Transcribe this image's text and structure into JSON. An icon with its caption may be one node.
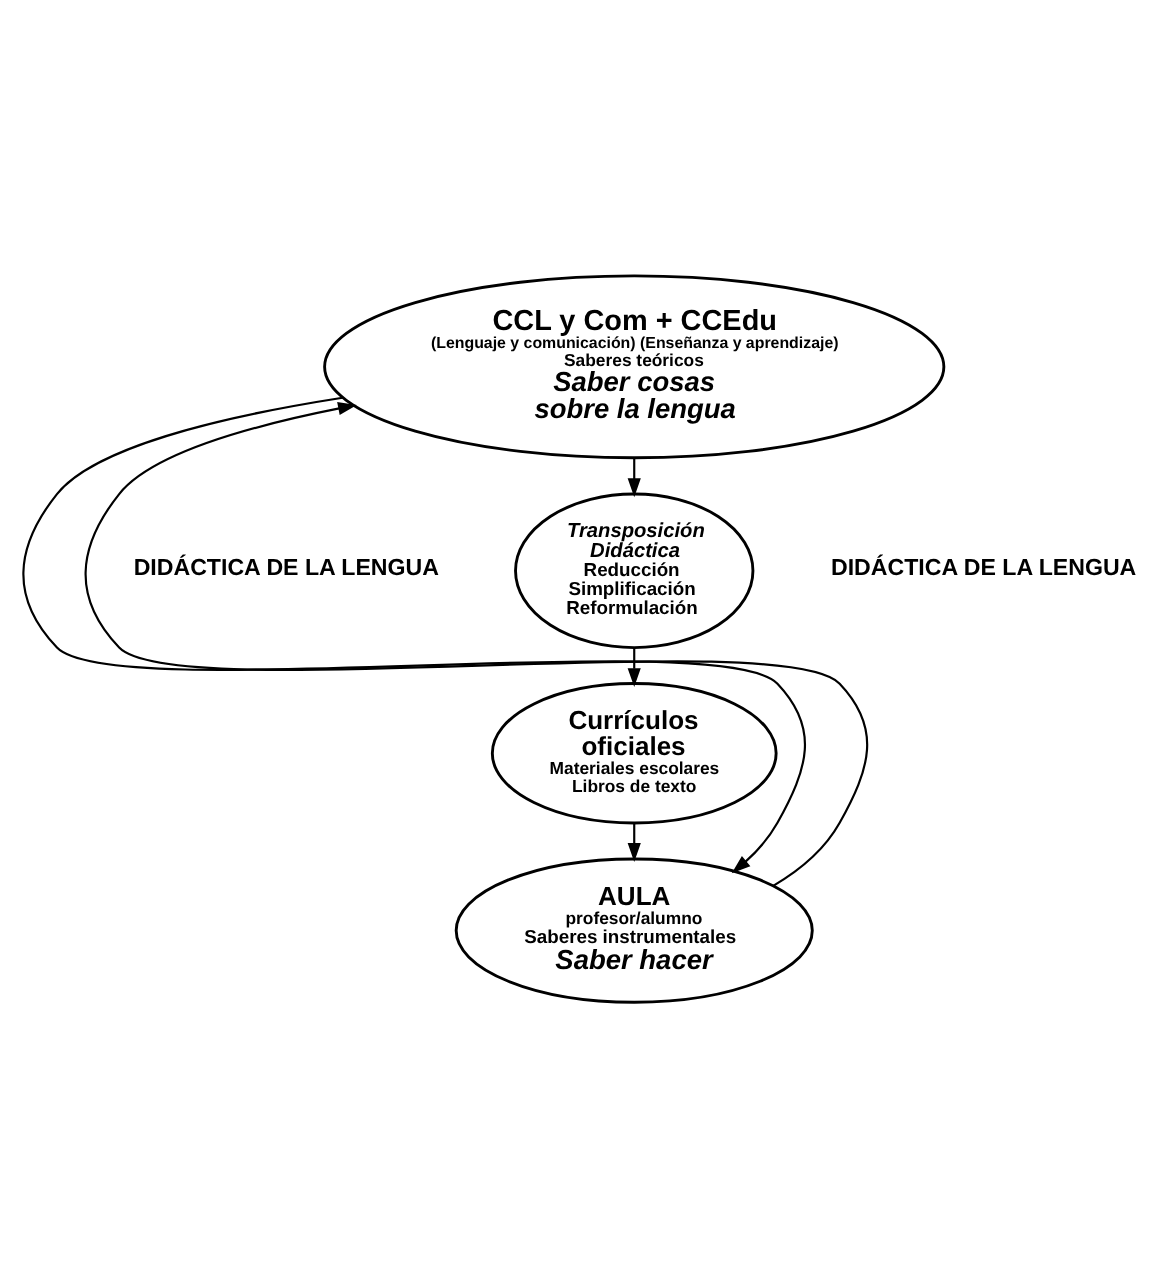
{
  "diagram": {
    "nodes": [
      {
        "text": [
          "CCL y Com + CCEdu",
          "(Lenguaje y comunicación) (Enseñanza y aprendizaje)",
          "Saberes teóricos",
          "Saber cosas sobre la lengua"
        ]
      },
      {
        "text": [
          "Transposición Didáctica",
          "Reducción",
          "Simplificación",
          "Reformulación"
        ]
      },
      {
        "text": [
          "Currículos oficiales",
          "Materiales escolares",
          "Libros de texto"
        ]
      },
      {
        "text": [
          "AULA",
          "profesor/alumno",
          "Saberes instrumentales",
          "Saber hacer"
        ]
      }
    ],
    "edges": [
      {
        "from": 0,
        "to": 1,
        "arrow": "to"
      },
      {
        "from": 1,
        "to": 2,
        "arrow": "to"
      },
      {
        "from": 2,
        "to": 3,
        "arrow": "to"
      },
      {
        "from": 0,
        "to": 3,
        "arrow": "to"
      },
      {
        "from": 3,
        "to": 0,
        "arrow": "to"
      }
    ],
    "labels": [
      "DIDÁCTICA DE LA LENGUA",
      "DIDÁCTICA DE LA LENGUA"
    ]
  }
}
